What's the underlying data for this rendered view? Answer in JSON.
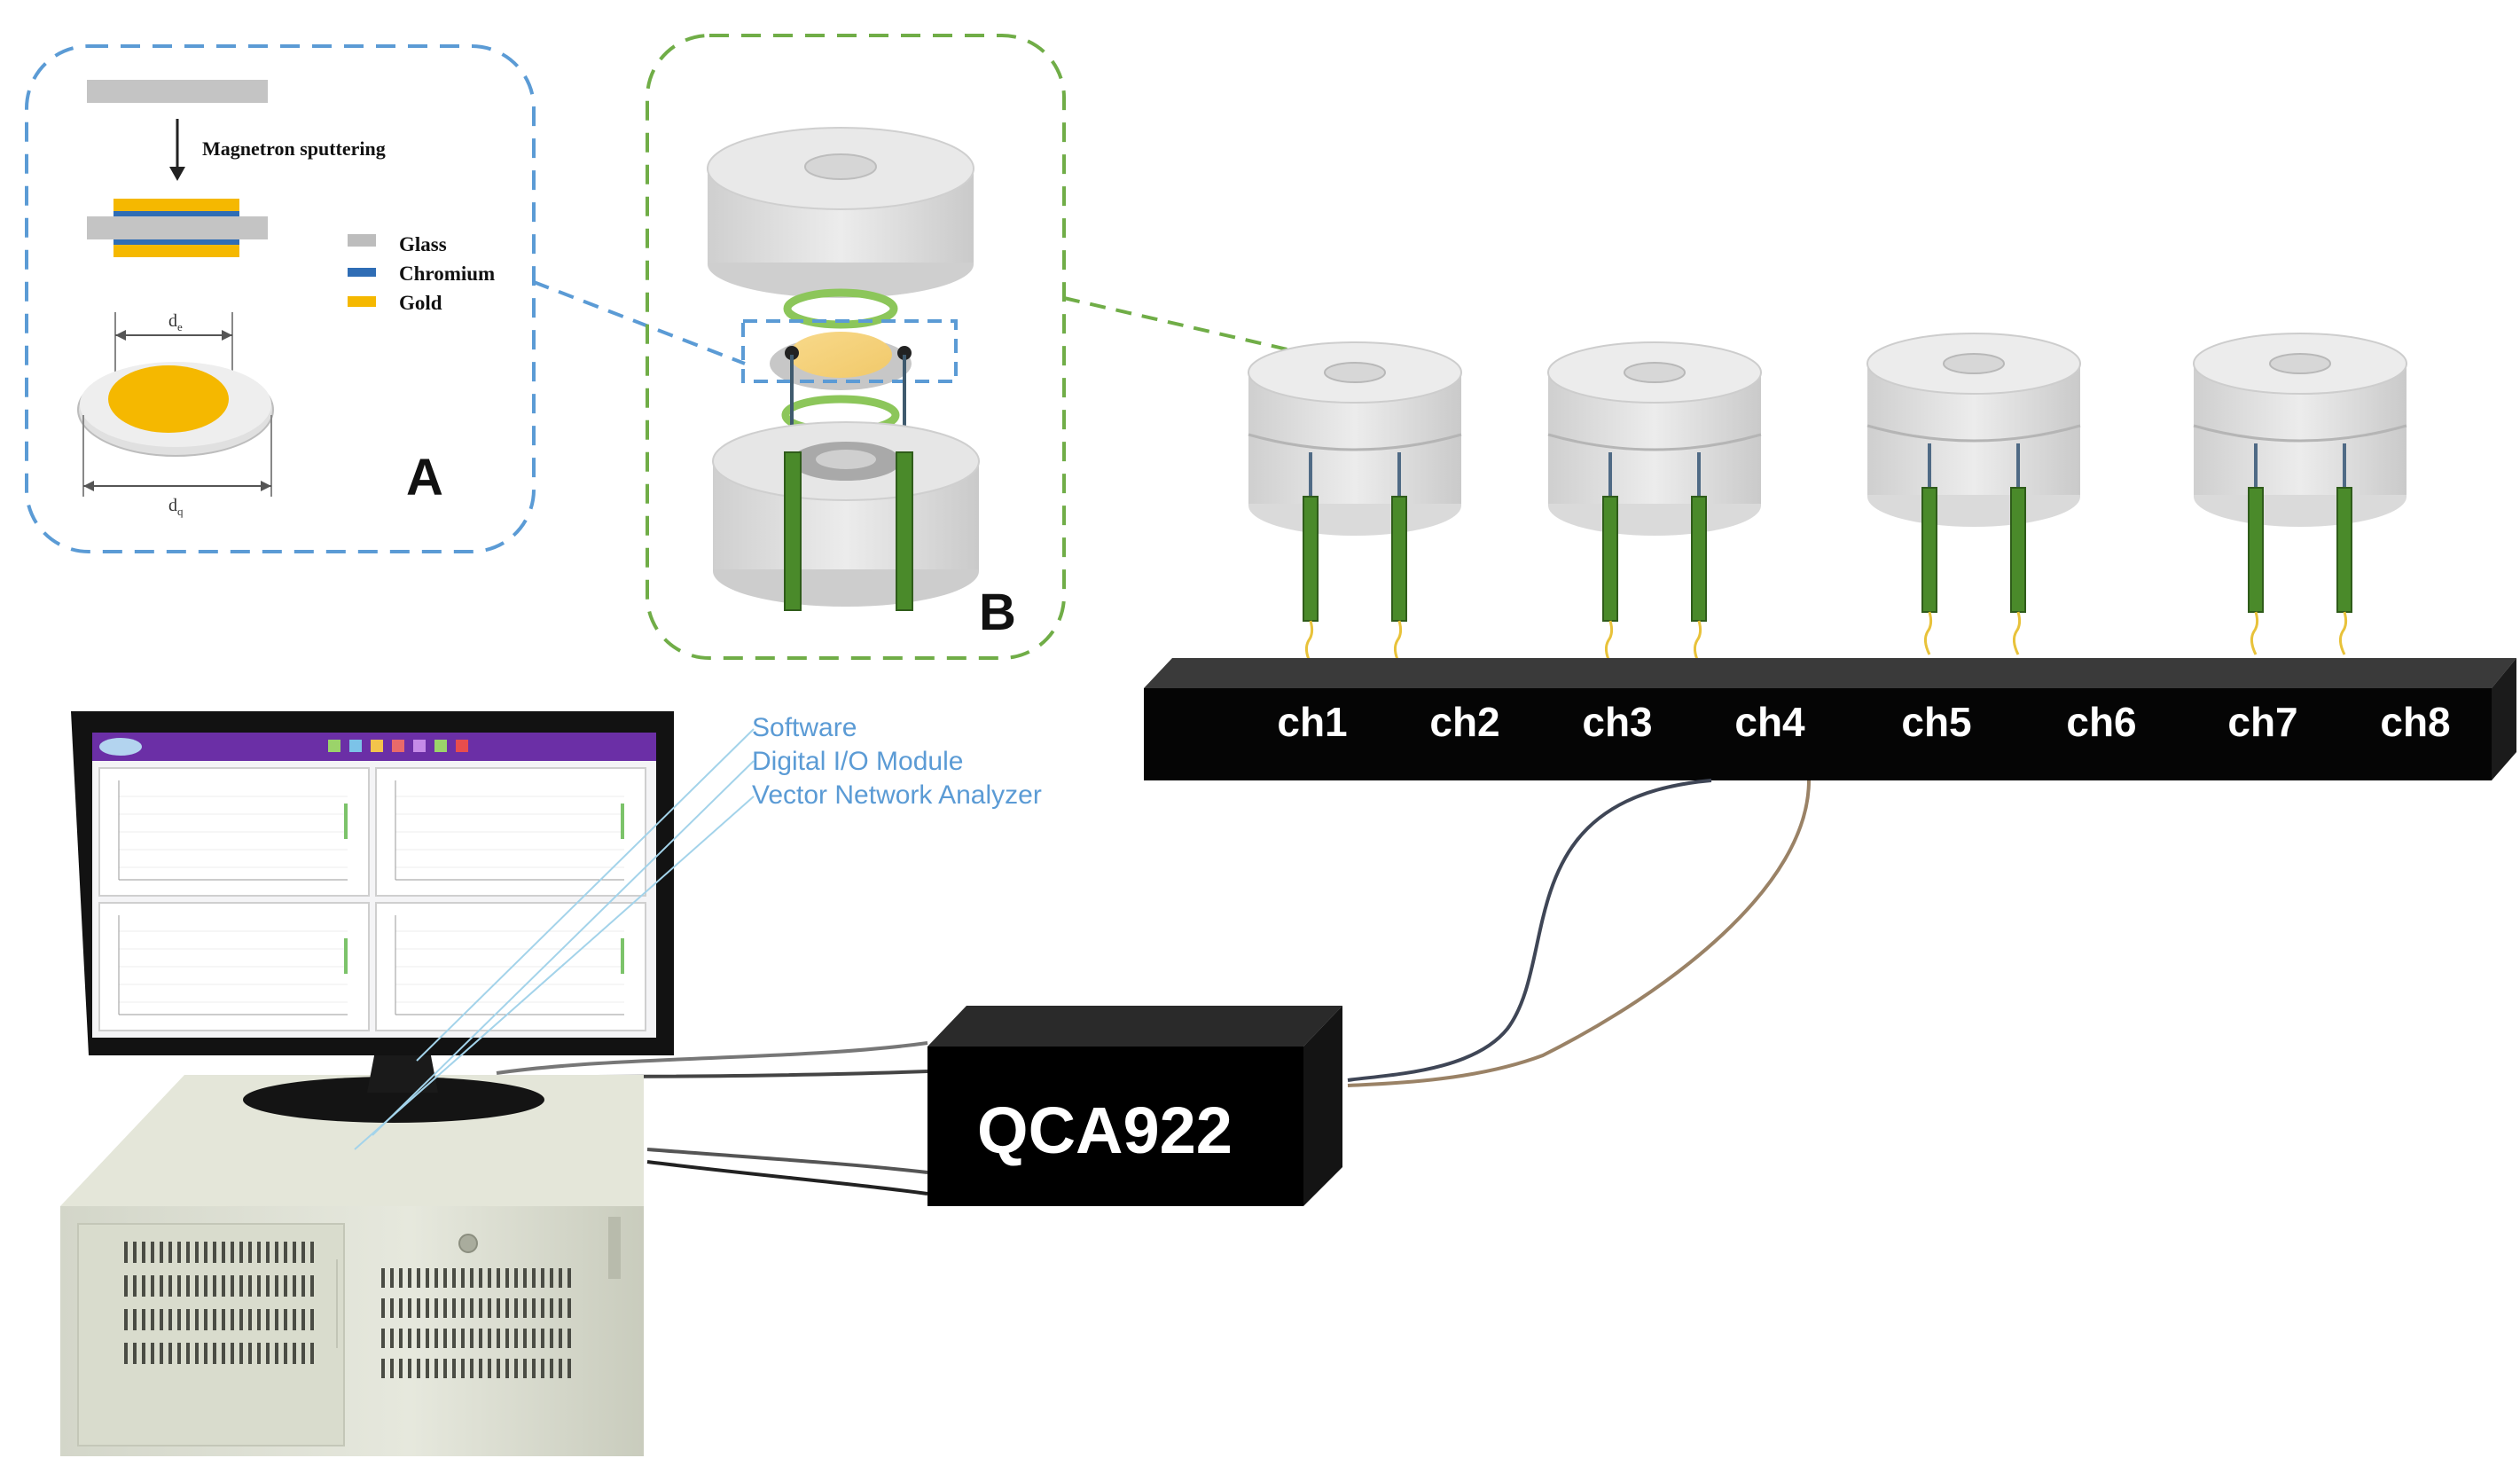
{
  "panel_a": {
    "step_label": "Magnetron sputtering",
    "legend": [
      {
        "label": "Glass",
        "color": "#bdbdbd"
      },
      {
        "label": "Chromium",
        "color": "#2f6db5"
      },
      {
        "label": "Gold",
        "color": "#f5b800"
      }
    ],
    "dim_top": "d",
    "dim_top_sub": "e",
    "dim_bottom": "d",
    "dim_bottom_sub": "q",
    "letter": "A"
  },
  "panel_b": {
    "letter": "B"
  },
  "software_labels": [
    "Software",
    "Digital I/O Module",
    "Vector Network Analyzer"
  ],
  "channels": [
    "ch1",
    "ch2",
    "ch3",
    "ch4",
    "ch5",
    "ch6",
    "ch7",
    "ch8"
  ],
  "analyzer": {
    "label": "QCA922"
  },
  "colors": {
    "panel_a_border": "#5b9bd5",
    "panel_b_border": "#70ad47",
    "software_text": "#5b9bd5",
    "electrode_green": "#4a8a2a",
    "ring_green": "#8cc65a",
    "box_black": "#000000",
    "cell_gray": "#e4e4e4"
  },
  "icons": [
    "crystal-cell-icon",
    "computer-icon",
    "monitor-icon"
  ]
}
